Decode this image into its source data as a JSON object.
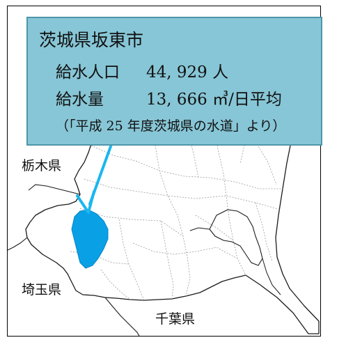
{
  "info": {
    "title": "茨城県坂東市",
    "population_label": "給水人口",
    "population_value": "44, 929 人",
    "volume_label": "給水量",
    "volume_value": "13, 666 ㎥/日平均",
    "source": "（「平成 25 年度茨城県の水道」より）"
  },
  "labels": {
    "tochigi": "栃木県",
    "saitama": "埼玉県",
    "chiba": "千葉県"
  },
  "colors": {
    "highlight": "#0aa0e6",
    "arrow": "#19b7f0",
    "info_background": "#87c6d6",
    "info_border": "#4e96a9",
    "boundary": "#9a9a9a"
  }
}
